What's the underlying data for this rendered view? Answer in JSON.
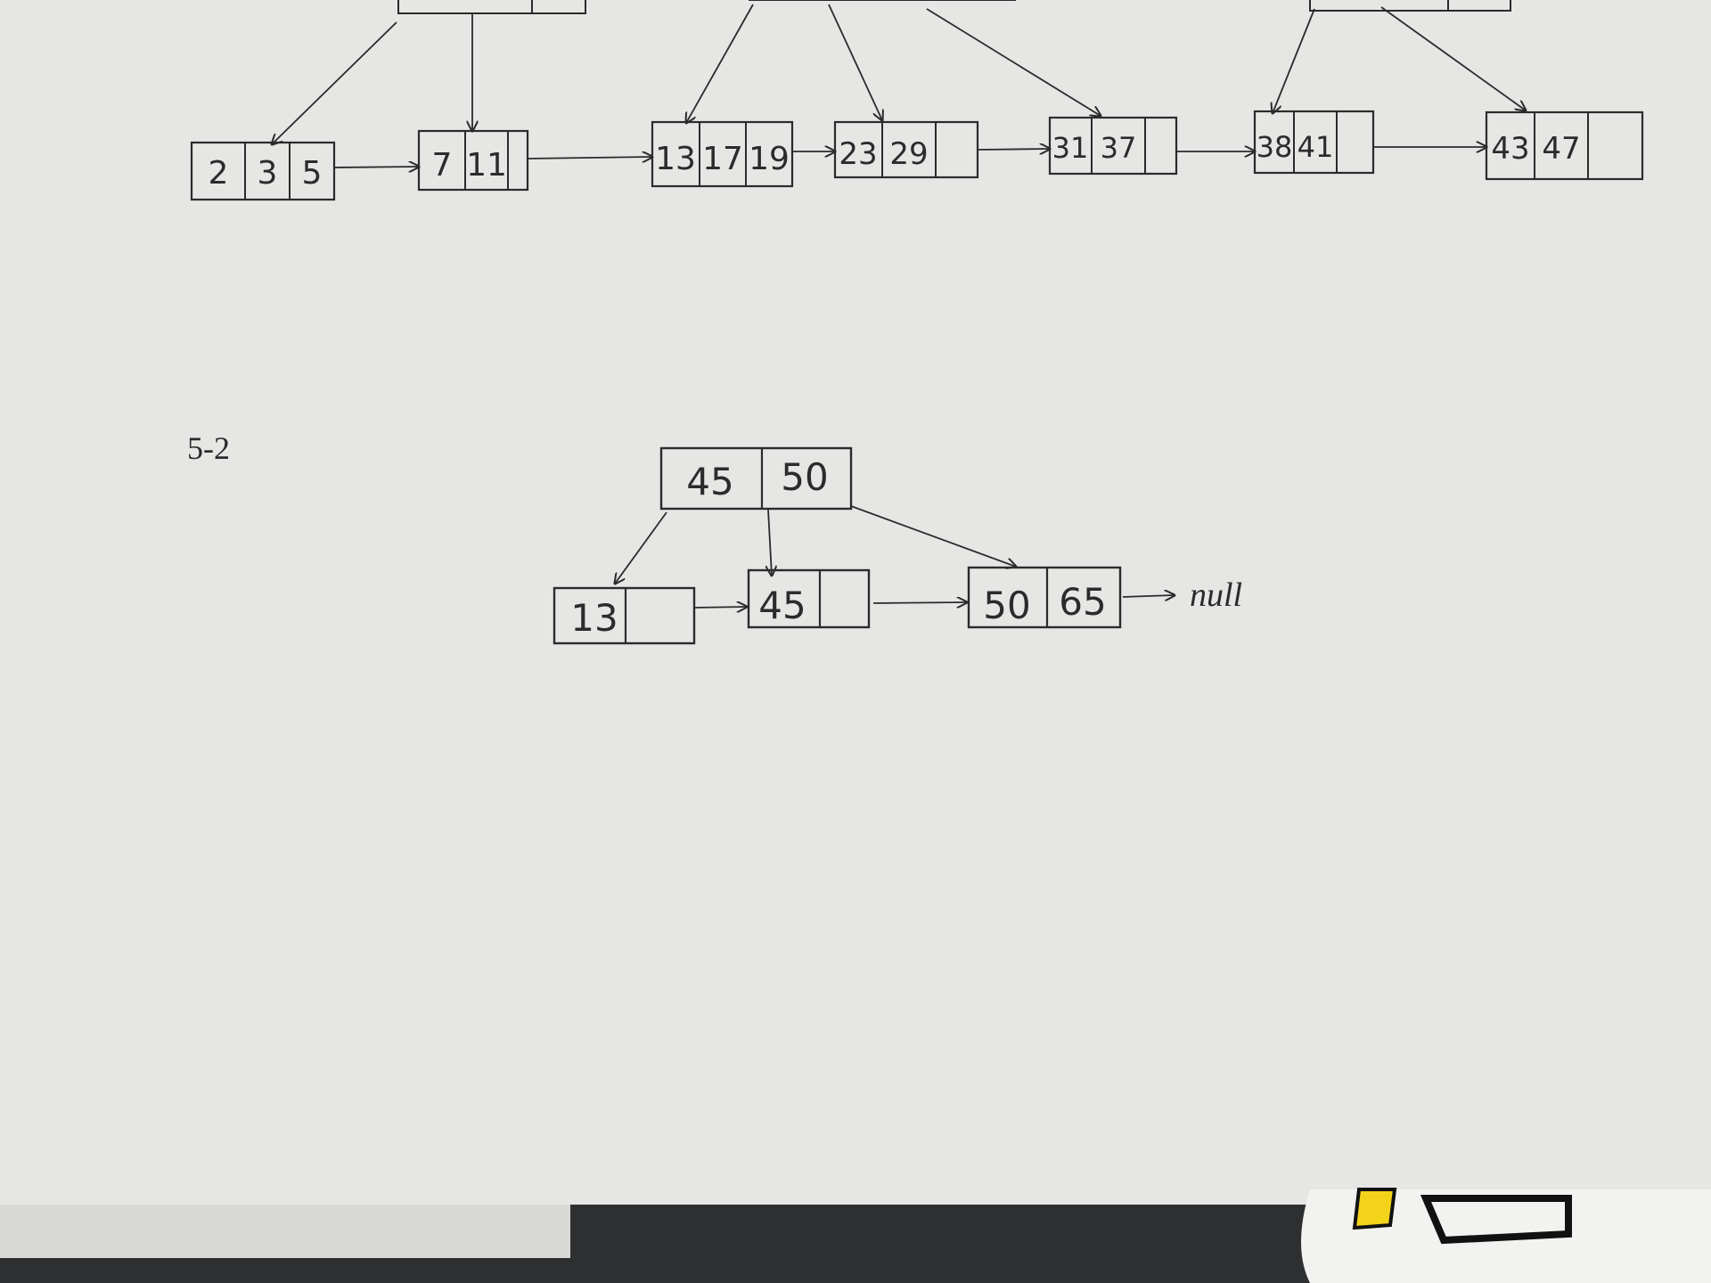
{
  "figure_label": "5-2",
  "colors": {
    "paper": "#e6e6e4",
    "ink": "#2b2b2b",
    "desk": "#2e2f30",
    "sticker": "#f2f2f0",
    "sticker_accent": "#f3d21a"
  },
  "top_tree": {
    "leaves": [
      {
        "id": "leaf-1",
        "keys": [
          "2",
          "3",
          "5"
        ]
      },
      {
        "id": "leaf-2",
        "keys": [
          "7",
          "11"
        ]
      },
      {
        "id": "leaf-3",
        "keys": [
          "13",
          "17",
          "19"
        ]
      },
      {
        "id": "leaf-4",
        "keys": [
          "23",
          "29",
          ""
        ]
      },
      {
        "id": "leaf-5",
        "keys": [
          "31",
          "37",
          ""
        ]
      },
      {
        "id": "leaf-6",
        "keys": [
          "38",
          "41",
          ""
        ]
      },
      {
        "id": "leaf-7",
        "keys": [
          "43",
          "47",
          ""
        ]
      }
    ]
  },
  "bottom_tree": {
    "root": {
      "id": "root",
      "keys": [
        "45",
        "50"
      ]
    },
    "leaves": [
      {
        "id": "leaf-13",
        "keys": [
          "13",
          ""
        ]
      },
      {
        "id": "leaf-45",
        "keys": [
          "45",
          ""
        ]
      },
      {
        "id": "leaf-50",
        "keys": [
          "50",
          "65"
        ]
      }
    ],
    "null_label": "null"
  }
}
